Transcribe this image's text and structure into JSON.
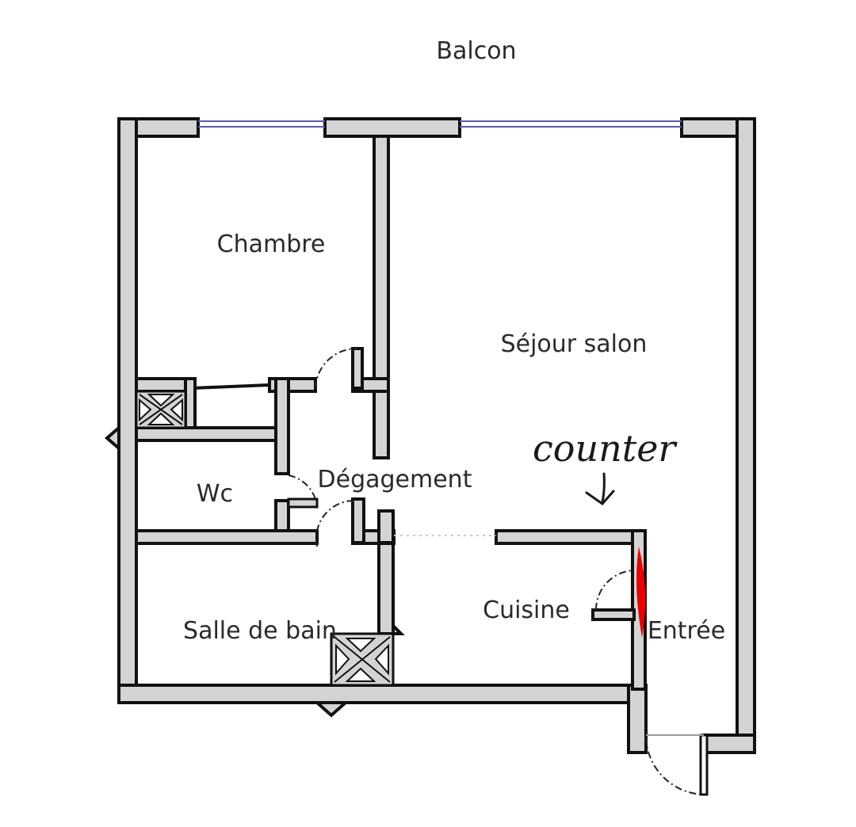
{
  "rooms": {
    "balcony": "Balcon",
    "bedroom": "Chambre",
    "living": "Séjour salon",
    "hallway": "Dégagement",
    "wc": "Wc",
    "kitchen": "Cuisine",
    "bathroom": "Salle de bain",
    "entrance": "Entrée"
  },
  "annotation": {
    "text": "counter",
    "marker_color": "#ee0000"
  },
  "colors": {
    "wall_fill": "#d4d4d4",
    "wall_outline": "#111111",
    "window": "#5a5aa8"
  }
}
